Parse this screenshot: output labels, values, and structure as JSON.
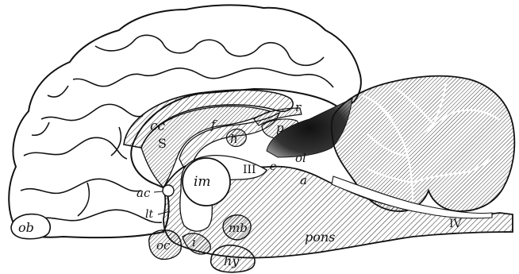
{
  "figure": {
    "labels": {
      "cc": "cc",
      "S": "S",
      "f": "f",
      "h": "h",
      "r": "r",
      "p": "p",
      "ol": "ol",
      "e": "e",
      "III": "III",
      "a": "a",
      "im": "im",
      "ac": "ac",
      "lt": "lt",
      "ob": "ob",
      "oc": "oc",
      "i": "i",
      "mb": "mb",
      "hy": "hy",
      "pons": "pons",
      "IV": "IV"
    },
    "colors": {
      "ink": "#111111",
      "paper": "#ffffff"
    }
  }
}
